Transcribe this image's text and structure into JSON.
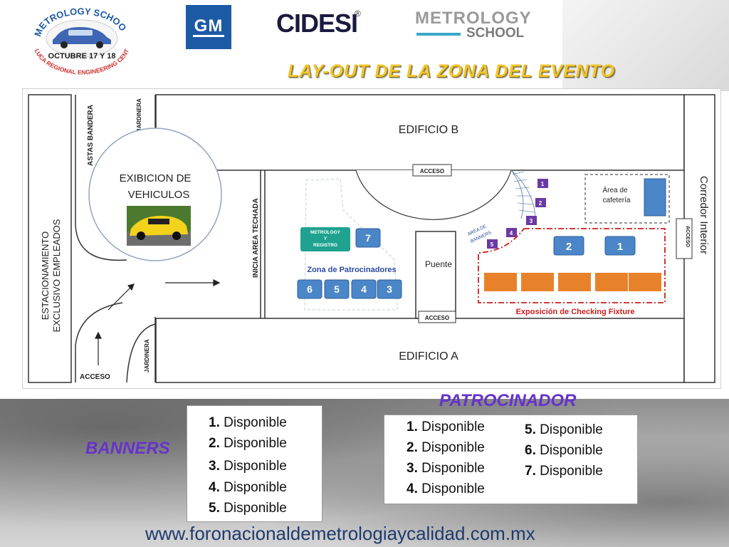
{
  "header": {
    "badge": {
      "line1": "METROLOGY SCHOOL",
      "line2": "OCTUBRE 17 Y 18",
      "line3": "TOLUCA REGIONAL ENGINEERING CENTER"
    },
    "gm_logo": "GM",
    "cidesi_logo": "CIDESI",
    "cidesi_reg": "®",
    "ms_logo_line1": "METROLOGY",
    "ms_logo_line2": "SCHOOL",
    "title": "LAY-OUT  DE  LA  ZONA DEL EVENTO",
    "colors": {
      "title": "#f2c52a",
      "gm": "#1c5aa6"
    }
  },
  "map": {
    "edificio_b": "EDIFICIO  B",
    "edificio_a": "EDIFICIO  A",
    "estacionamiento_1": "ESTACIONAMIENTO",
    "estacionamiento_2": "EXCLUSIVO EMPLEADOS",
    "astas_bandera": "ASTAS BANDERA",
    "jardinera_top": "JARDINERA",
    "jardinera_bottom": "JARDINERA",
    "exhibicion_1": "EXIBICION DE",
    "exhibicion_2": "VEHICULOS",
    "inicia_area": "INICIA AREA TECHADA",
    "acceso_top": "ACCESO",
    "acceso_bottom": "ACCESO",
    "acceso_entry": "ACCESO",
    "acceso_right": "ACCESO",
    "puente": "Puente",
    "corredor": "Corredor Interior",
    "cafeteria_1": "Área de",
    "cafeteria_2": "cafetería",
    "area_banners_1": "AREA DE",
    "area_banners_2": "BANNERS",
    "metrology_registro_1": "METROLOGY",
    "metrology_registro_2": "Y",
    "metrology_registro_3": "REGISTRO",
    "zona_patrocinadores": "Zona de Patrocinadores",
    "exposicion": "Exposición de Checking Fixture",
    "sponsor_slots": [
      "7",
      "6",
      "5",
      "4",
      "3"
    ],
    "fixture_slots": [
      "2",
      "1"
    ],
    "banner_slots": [
      "1",
      "2",
      "3",
      "4",
      "5"
    ],
    "colors": {
      "slot_blue": "#4a86c8",
      "teal": "#1fa390",
      "banner_purple": "#6b3aa3",
      "fixture_orange": "#e8822a",
      "dash_red": "#cc1f1f",
      "text_blue": "#2a4aa8"
    }
  },
  "legend": {
    "banners_title": "BANNERS",
    "patrocinador_title": "PATROCINADOR",
    "banners": [
      {
        "num": "1.",
        "status": "Disponible"
      },
      {
        "num": "2.",
        "status": "Disponible"
      },
      {
        "num": "3.",
        "status": "Disponible"
      },
      {
        "num": "4.",
        "status": "Disponible"
      },
      {
        "num": "5.",
        "status": "Disponible"
      }
    ],
    "patrocinador": [
      {
        "num": "1.",
        "status": "Disponible"
      },
      {
        "num": "2.",
        "status": "Disponible"
      },
      {
        "num": "3.",
        "status": "Disponible"
      },
      {
        "num": "4.",
        "status": "Disponible"
      },
      {
        "num": "5.",
        "status": "Disponible"
      },
      {
        "num": "6.",
        "status": "Disponible"
      },
      {
        "num": "7.",
        "status": "Disponible"
      }
    ],
    "colors": {
      "title_purple": "#6633cc"
    }
  },
  "footer": {
    "url": "www.foronacionaldemetrologiaycalidad.com.mx"
  }
}
